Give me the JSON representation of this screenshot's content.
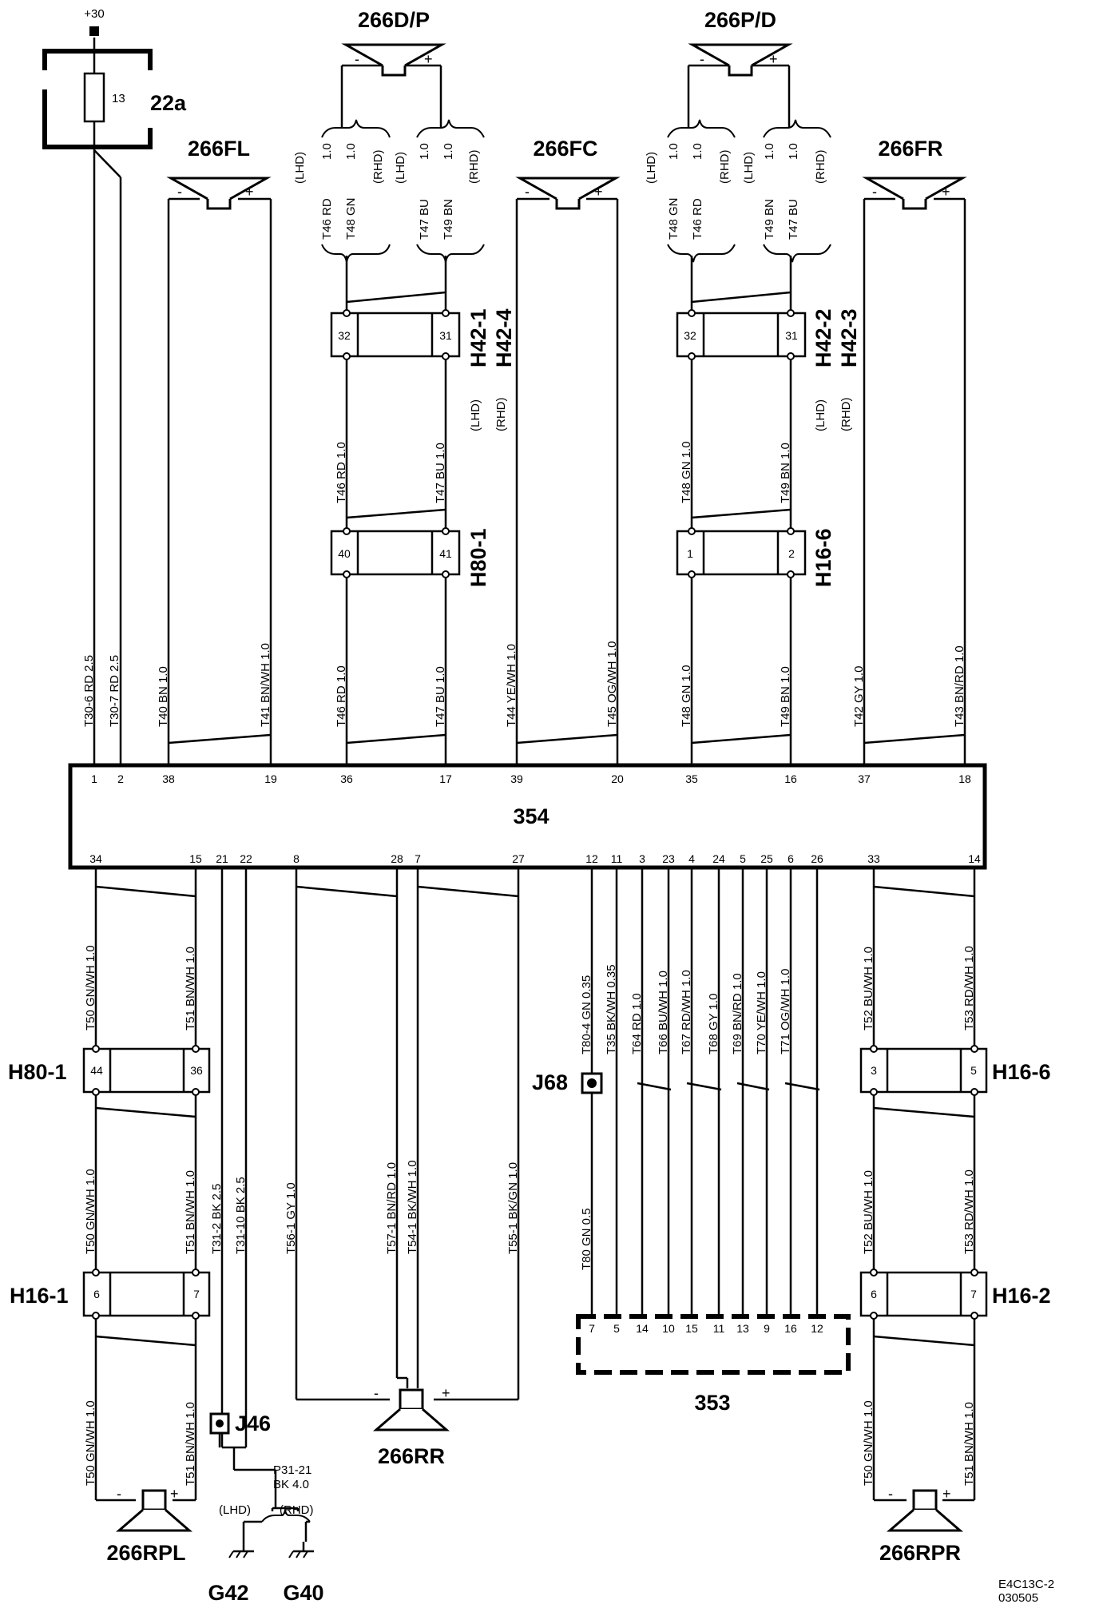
{
  "supply": {
    "label": "+30"
  },
  "fuse": {
    "number": "13",
    "id": "22a"
  },
  "speakers": {
    "dp": "266D/P",
    "pd": "266P/D",
    "fl": "266FL",
    "fc": "266FC",
    "fr": "266FR",
    "rr": "266RR",
    "rpl": "266RPL",
    "rpr": "266RPR",
    "minus": "-",
    "plus": "+"
  },
  "connectors": {
    "h42_1": "H42-1",
    "h42_4": "H42-4",
    "h42_2": "H42-2",
    "h42_3": "H42-3",
    "h80_1": "H80-1",
    "h16_6": "H16-6",
    "h16_1": "H16-1",
    "h16_2": "H16-2",
    "lhd": "(LHD)",
    "rhd": "(RHD)"
  },
  "pins": {
    "h42_l_a": "32",
    "h42_l_b": "31",
    "h42_r_a": "32",
    "h42_r_b": "31",
    "h80_top_a": "40",
    "h80_top_b": "41",
    "h16_6_top_a": "1",
    "h16_6_top_b": "2",
    "h80_bot_a": "44",
    "h80_bot_b": "36",
    "h16_6_bot_a": "3",
    "h16_6_bot_b": "5",
    "h16_1_a": "6",
    "h16_1_b": "7",
    "h16_2_a": "6",
    "h16_2_b": "7"
  },
  "unit_354": {
    "label": "354",
    "top_pins": [
      "1",
      "2",
      "38",
      "19",
      "36",
      "17",
      "39",
      "20",
      "35",
      "16",
      "37",
      "18"
    ],
    "bottom_pins": [
      "34",
      "15",
      "21",
      "22",
      "8",
      "28",
      "7",
      "27",
      "12",
      "11",
      "3",
      "23",
      "4",
      "24",
      "5",
      "25",
      "6",
      "26",
      "33",
      "14"
    ]
  },
  "unit_353": {
    "label": "353",
    "pins": [
      "7",
      "5",
      "14",
      "10",
      "15",
      "11",
      "13",
      "9",
      "16",
      "12"
    ]
  },
  "splices": {
    "j68": "J68",
    "j46": "J46"
  },
  "grounds": {
    "g42": "G42",
    "g40": "G40",
    "p31": "P31-21",
    "p31_wire": "BK 4.0"
  },
  "wires": {
    "t30_6": "T30-6  RD  2.5",
    "t30_7": "T30-7  RD  2.5",
    "t40": "T40  BN  1.0",
    "t41": "T41  BN/WH 1.0",
    "t46_rd": "T46  RD",
    "t48_gn": "T48  GN",
    "t47_bu": "T47  BU",
    "t49_bn": "T49  BN",
    "w10": "1.0",
    "t46_mid": "T46  RD  1.0",
    "t47_mid": "T47  BU  1.0",
    "t48_mid": "T48  GN  1.0",
    "t49_mid": "T49  BN  1.0",
    "t46_low": "T46  RD  1.0",
    "t47_low": "T47  BU  1.0",
    "t44": "T44  YE/WH 1.0",
    "t45": "T45  OG/WH 1.0",
    "t48_low": "T48  GN  1.0",
    "t49_low": "T49  BN  1.0",
    "t42": "T42  GY  1.0",
    "t43": "T43  BN/RD 1.0",
    "t50": "T50  GN/WH 1.0",
    "t51": "T51  BN/WH 1.0",
    "t31_2": "T31-2  BK  2.5",
    "t31_10": "T31-10 BK  2.5",
    "t56_1": "T56-1  GY  1.0",
    "t57_1": "T57-1  BN/RD  1.0",
    "t54_1": "T54-1  BK/WH  1.0",
    "t55_1": "T55-1  BK/GN  1.0",
    "t80_4": "T80-4  GN  0.35",
    "t35": "T35  BK/WH  0.35",
    "t64": "T64  RD  1.0",
    "t66": "T66  BU/WH  1.0",
    "t67": "T67  RD/WH  1.0",
    "t68": "T68  GY  1.0",
    "t69": "T69  BN/RD  1.0",
    "t70": "T70  YE/WH  1.0",
    "t71": "T71  OG/WH  1.0",
    "t80": "T80  GN  0.5",
    "t52": "T52  BU/WH  1.0",
    "t53": "T53  RD/WH  1.0"
  },
  "drawing_id": {
    "line1": "E4C13C-2",
    "line2": "030505"
  }
}
